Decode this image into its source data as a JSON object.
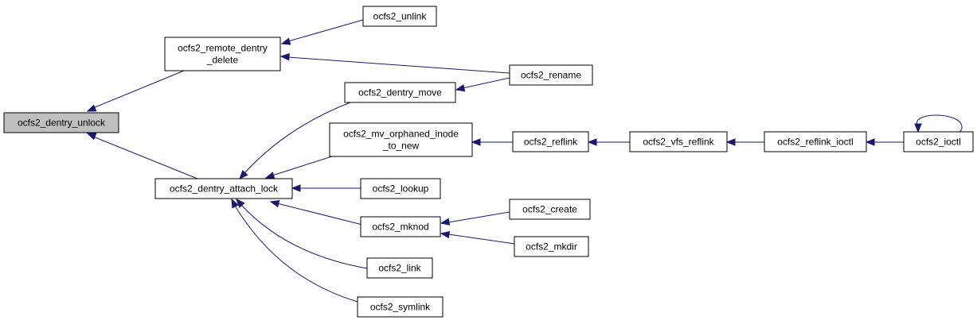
{
  "graph": {
    "nodes": {
      "dentry_unlock": {
        "label": "ocfs2_dentry_unlock",
        "focus": true
      },
      "remote_dentry_delete": {
        "label": "ocfs2_remote_dentry\n_delete"
      },
      "unlink": {
        "label": "ocfs2_unlink"
      },
      "rename": {
        "label": "ocfs2_rename"
      },
      "dentry_move": {
        "label": "ocfs2_dentry_move"
      },
      "mv_orphaned": {
        "label": "ocfs2_mv_orphaned_inode\n_to_new"
      },
      "reflink": {
        "label": "ocfs2_reflink"
      },
      "vfs_reflink": {
        "label": "ocfs2_vfs_reflink"
      },
      "reflink_ioctl": {
        "label": "ocfs2_reflink_ioctl"
      },
      "ioctl": {
        "label": "ocfs2_ioctl"
      },
      "dentry_attach_lock": {
        "label": "ocfs2_dentry_attach_lock"
      },
      "lookup": {
        "label": "ocfs2_lookup"
      },
      "mknod": {
        "label": "ocfs2_mknod"
      },
      "create": {
        "label": "ocfs2_create"
      },
      "mkdir": {
        "label": "ocfs2_mkdir"
      },
      "link": {
        "label": "ocfs2_link"
      },
      "symlink": {
        "label": "ocfs2_symlink"
      }
    },
    "edges": [
      {
        "from": "remote_dentry_delete",
        "to": "dentry_unlock"
      },
      {
        "from": "dentry_attach_lock",
        "to": "dentry_unlock"
      },
      {
        "from": "unlink",
        "to": "remote_dentry_delete"
      },
      {
        "from": "rename",
        "to": "remote_dentry_delete"
      },
      {
        "from": "rename",
        "to": "dentry_move"
      },
      {
        "from": "dentry_move",
        "to": "dentry_attach_lock"
      },
      {
        "from": "mv_orphaned",
        "to": "dentry_attach_lock"
      },
      {
        "from": "lookup",
        "to": "dentry_attach_lock"
      },
      {
        "from": "mknod",
        "to": "dentry_attach_lock"
      },
      {
        "from": "link",
        "to": "dentry_attach_lock"
      },
      {
        "from": "symlink",
        "to": "dentry_attach_lock"
      },
      {
        "from": "reflink",
        "to": "mv_orphaned"
      },
      {
        "from": "vfs_reflink",
        "to": "reflink"
      },
      {
        "from": "reflink_ioctl",
        "to": "vfs_reflink"
      },
      {
        "from": "ioctl",
        "to": "reflink_ioctl"
      },
      {
        "from": "ioctl",
        "to": "ioctl"
      },
      {
        "from": "create",
        "to": "mknod"
      },
      {
        "from": "mkdir",
        "to": "mknod"
      }
    ],
    "colors": {
      "edge": "#191970",
      "focus_fill": "#bfbfbf",
      "node_border": "#000000"
    }
  }
}
